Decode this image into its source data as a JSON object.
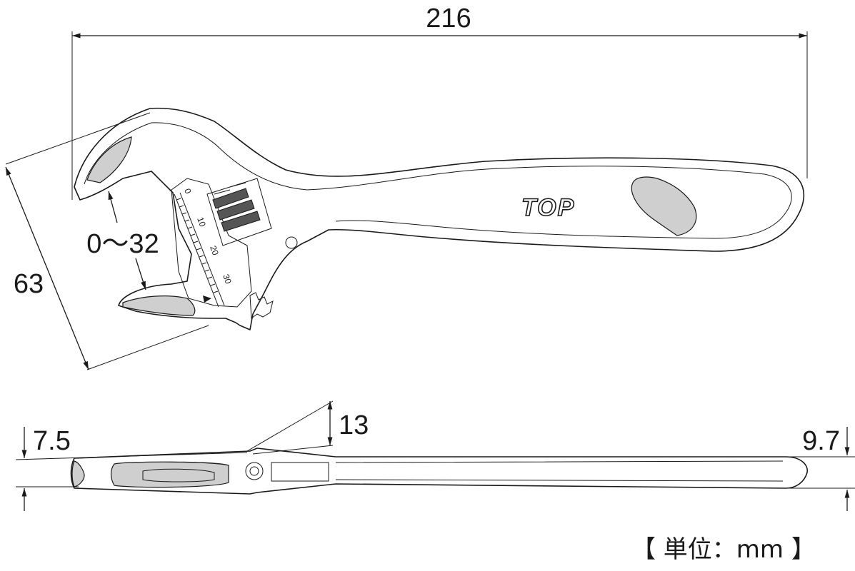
{
  "dimensions": {
    "overall_length": "216",
    "jaw_opening": "0～32",
    "head_width": "63",
    "jaw_thickness": "13",
    "tip_thickness": "7.5",
    "handle_end_thickness": "9.7"
  },
  "brand_logo": "TOP",
  "scale_labels": [
    "0",
    "10",
    "20",
    "30"
  ],
  "unit_label": "【 単位：mm 】"
}
